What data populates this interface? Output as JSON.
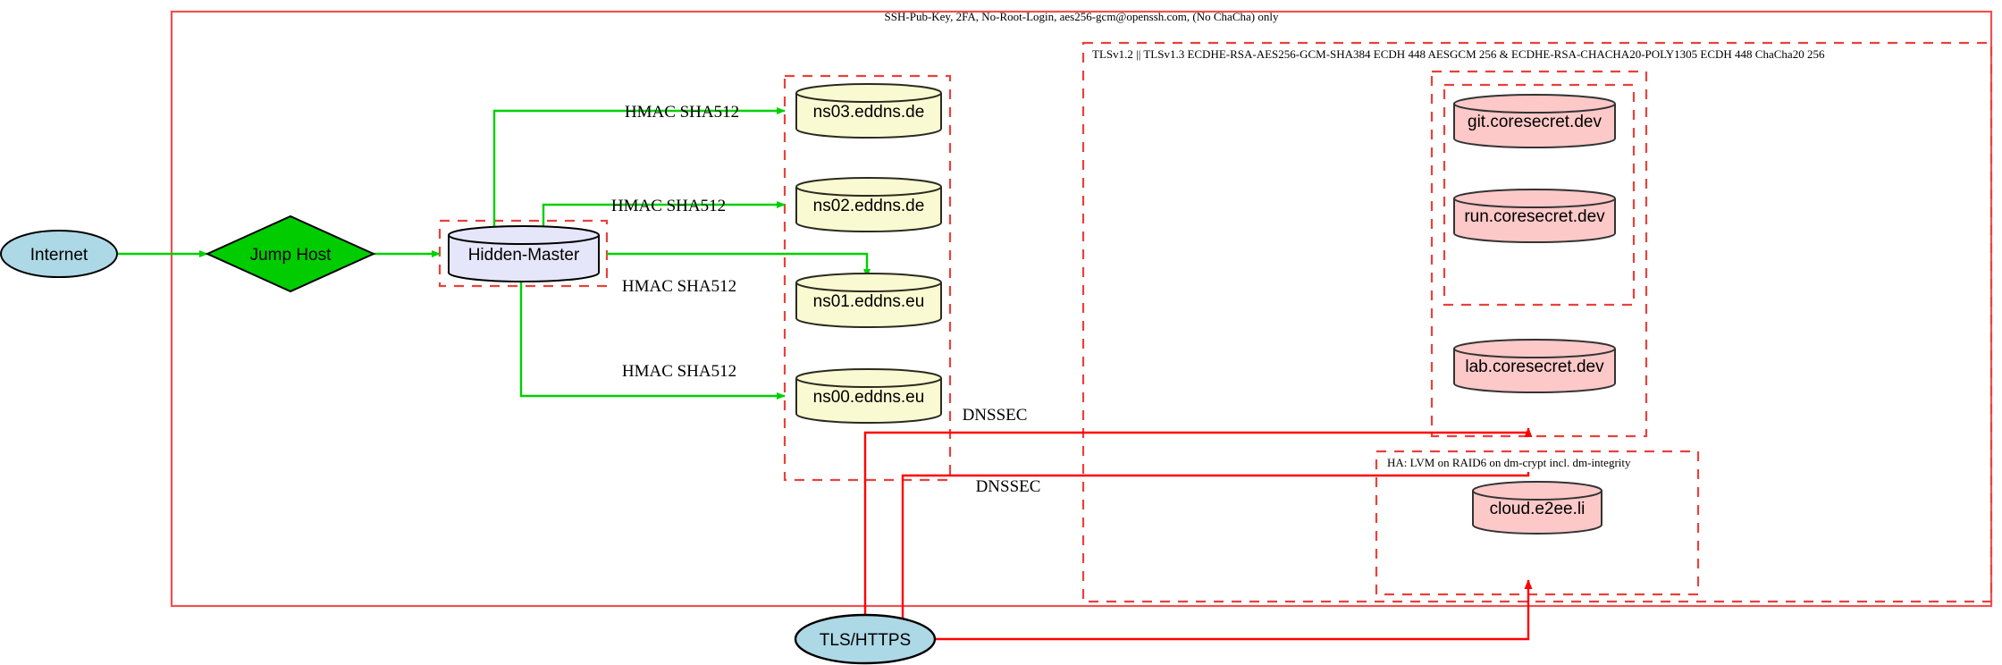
{
  "diagram": {
    "title": "Network architecture diagram",
    "clusters": [
      {
        "id": "outer-ssh",
        "label": "SSH-Pub-Key, 2FA, No-Root-Login, aes256-gcm@openssh.com, (No ChaCha) only",
        "style": "solid",
        "color": "#f05050"
      },
      {
        "id": "tls-cluster",
        "label": "TLSv1.2 || TLSv1.3 ECDHE-RSA-AES256-GCM-SHA384 ECDH 448 AESGCM 256 & ECDHE-RSA-CHACHA20-POLY1305 ECDH 448 ChaCha20 256",
        "style": "dashed",
        "color": "#e8413c"
      },
      {
        "id": "ha-cluster",
        "label": "HA: LVM on RAID6 on dm-crypt incl. dm-integrity",
        "style": "dashed",
        "color": "#e8413c"
      },
      {
        "id": "hidden-master-box",
        "label": "",
        "style": "dashed",
        "color": "#e8413c"
      },
      {
        "id": "dns-box",
        "label": "",
        "style": "dashed",
        "color": "#e8413c"
      },
      {
        "id": "coresecret-box",
        "label": "",
        "style": "dashed",
        "color": "#e8413c"
      },
      {
        "id": "gitrun-box",
        "label": "",
        "style": "dashed",
        "color": "#e8413c"
      }
    ],
    "nodes": [
      {
        "id": "internet",
        "label": "Internet",
        "shape": "ellipse",
        "fill": "#add8e6"
      },
      {
        "id": "jumphost",
        "label": "Jump Host",
        "shape": "diamond",
        "fill": "#00cc00"
      },
      {
        "id": "hiddenmaster",
        "label": "Hidden-Master",
        "shape": "cylinder",
        "fill": "#e6e6fa"
      },
      {
        "id": "ns03",
        "label": "ns03.eddns.de",
        "shape": "cylinder",
        "fill": "#fafad2"
      },
      {
        "id": "ns02",
        "label": "ns02.eddns.de",
        "shape": "cylinder",
        "fill": "#fafad2"
      },
      {
        "id": "ns01",
        "label": "ns01.eddns.eu",
        "shape": "cylinder",
        "fill": "#fafad2"
      },
      {
        "id": "ns00",
        "label": "ns00.eddns.eu",
        "shape": "cylinder",
        "fill": "#fafad2"
      },
      {
        "id": "git",
        "label": "git.coresecret.dev",
        "shape": "cylinder",
        "fill": "#fcc8c8"
      },
      {
        "id": "run",
        "label": "run.coresecret.dev",
        "shape": "cylinder",
        "fill": "#fcc8c8"
      },
      {
        "id": "lab",
        "label": "lab.coresecret.dev",
        "shape": "cylinder",
        "fill": "#fcc8c8"
      },
      {
        "id": "cloud",
        "label": "cloud.e2ee.li",
        "shape": "cylinder",
        "fill": "#fcc8c8"
      },
      {
        "id": "tlshttps",
        "label": "TLS/HTTPS",
        "shape": "ellipse",
        "fill": "#add8e6"
      }
    ],
    "edges": [
      {
        "from": "internet",
        "to": "jumphost",
        "label": "",
        "color": "#00d000"
      },
      {
        "from": "jumphost",
        "to": "hiddenmaster",
        "label": "",
        "color": "#00d000"
      },
      {
        "from": "hiddenmaster",
        "to": "ns03",
        "label": "HMAC SHA512",
        "color": "#00d000"
      },
      {
        "from": "hiddenmaster",
        "to": "ns02",
        "label": "HMAC SHA512",
        "color": "#00d000"
      },
      {
        "from": "hiddenmaster",
        "to": "ns01",
        "label": "HMAC SHA512",
        "color": "#00d000"
      },
      {
        "from": "hiddenmaster",
        "to": "ns00",
        "label": "HMAC SHA512",
        "color": "#00d000"
      },
      {
        "from": "tlshttps",
        "to": "coresecret-box",
        "label": "DNSSEC",
        "color": "#ff0000"
      },
      {
        "from": "tlshttps",
        "to": "ha-cluster",
        "label": "DNSSEC",
        "color": "#ff0000"
      }
    ],
    "edge_labels": {
      "hmac": "HMAC SHA512",
      "dnssec": "DNSSEC"
    }
  }
}
